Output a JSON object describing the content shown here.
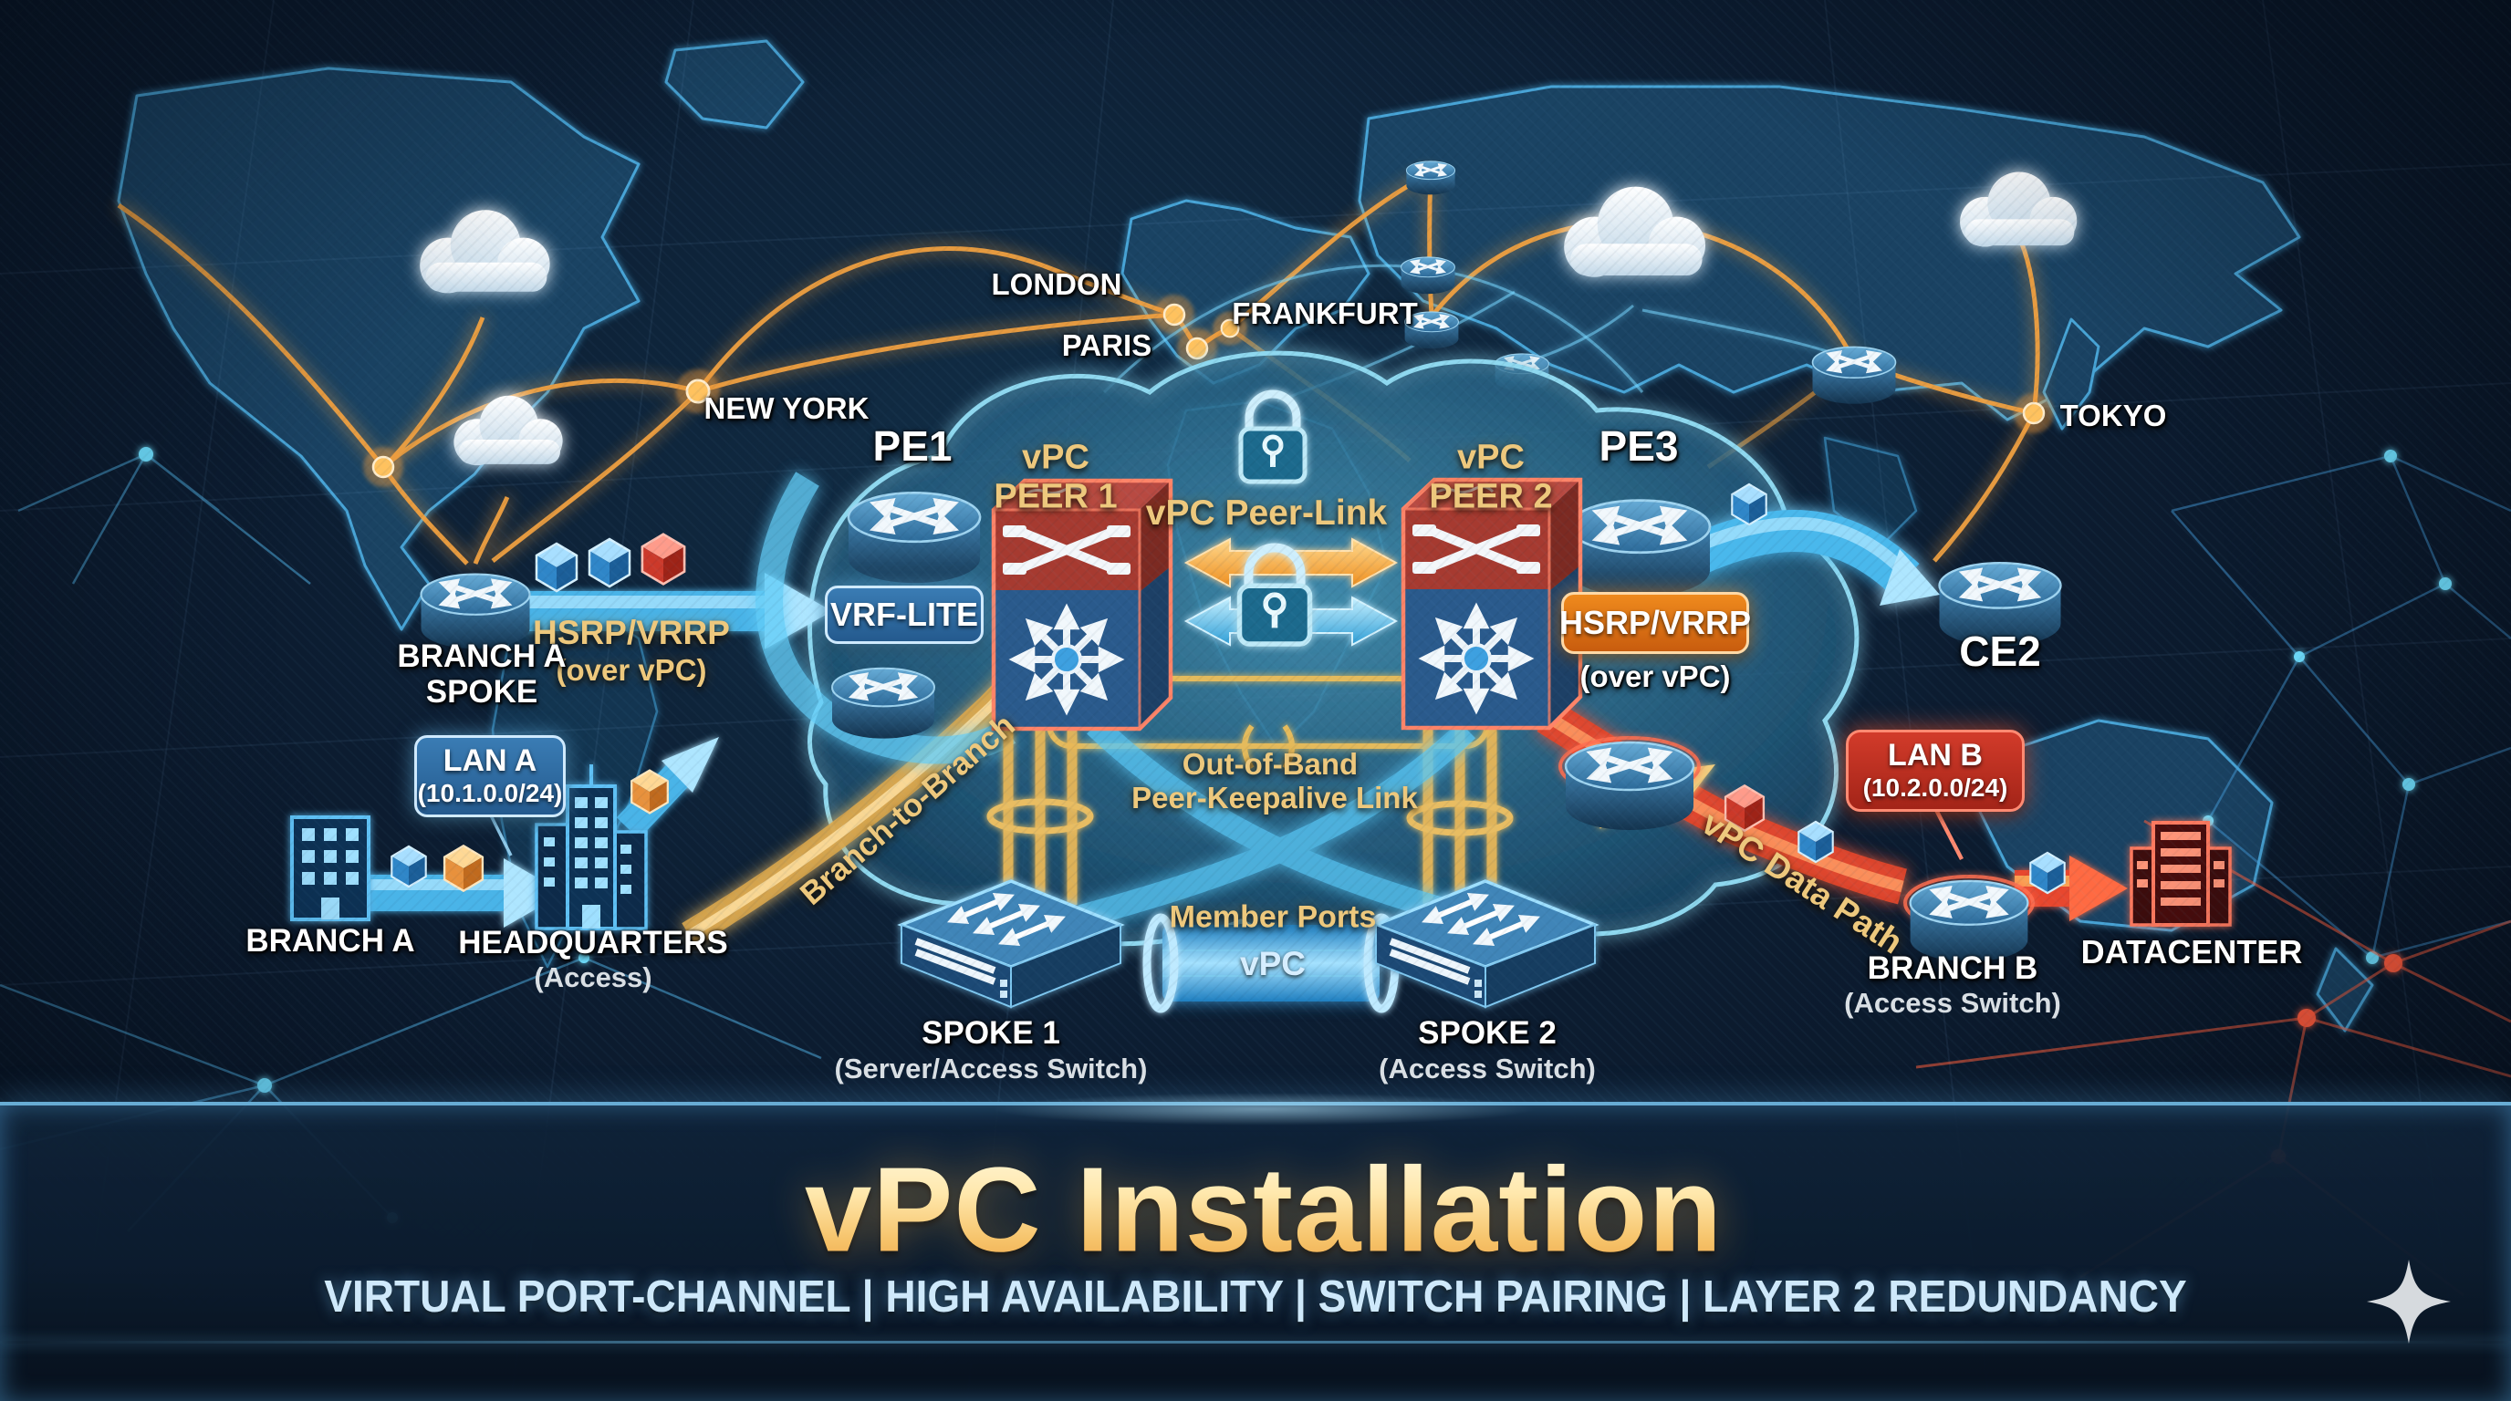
{
  "colors": {
    "background": "#0c1c30",
    "map_land": "#1b4668",
    "coast_glow": "#55c2f0",
    "arc_orange": "#f2a13f",
    "band_blue": "#55c5f5",
    "band_red": "#e8462e",
    "gold_label": "#edc87d",
    "cloud_teal": "#2e7d9e",
    "title_gold": "#f6cf8a",
    "subtitle_blue": "#cfe9fb"
  },
  "cities": {
    "new_york": "NEW YORK",
    "london": "LONDON",
    "paris": "PARIS",
    "frankfurt": "FRANKFURT",
    "tokyo": "TOKYO"
  },
  "devices": {
    "pe1": "PE1",
    "pe3": "PE3",
    "ce2": "CE2"
  },
  "peers": {
    "peer1_line1": "vPC",
    "peer1_line2": "PEER 1",
    "peer2_line1": "vPC",
    "peer2_line2": "PEER 2"
  },
  "badges": {
    "vrf_lite": "VRF-LITE",
    "hsrp_left_title": "HSRP/VRRP",
    "hsrp_left_sub": "(over vPC)",
    "hsrp_right_title": "HSRP/VRRP",
    "hsrp_right_sub": "(over vPC)",
    "lan_a_name": "LAN A",
    "lan_a_subnet": "(10.1.0.0/24)",
    "lan_b_name": "LAN B",
    "lan_b_subnet": "(10.2.0.0/24)"
  },
  "links": {
    "peer_link": "vPC Peer-Link",
    "keepalive_line1": "Out-of-Band",
    "keepalive_line2": "Peer-Keepalive Link",
    "member_ports": "Member Ports",
    "vpc": "vPC",
    "branch_to_branch": "Branch-to-Branch",
    "data_path": "vPC Data Path"
  },
  "sites": {
    "branch_a_spoke_line1": "BRANCH A",
    "branch_a_spoke_line2": "SPOKE",
    "branch_a": "BRANCH A",
    "headquarters": "HEADQUARTERS",
    "headquarters_sub": "(Access)",
    "spoke1": "SPOKE 1",
    "spoke1_sub": "(Server/Access Switch)",
    "spoke2": "SPOKE 2",
    "spoke2_sub": "(Access Switch)",
    "branch_b": "BRANCH B",
    "branch_b_sub": "(Access Switch)",
    "datacenter": "DATACENTER"
  },
  "footer": {
    "title": "vPC Installation",
    "subtitle": "VIRTUAL PORT-CHANNEL | HIGH AVAILABILITY | SWITCH PAIRING | LAYER 2 REDUNDANCY"
  }
}
